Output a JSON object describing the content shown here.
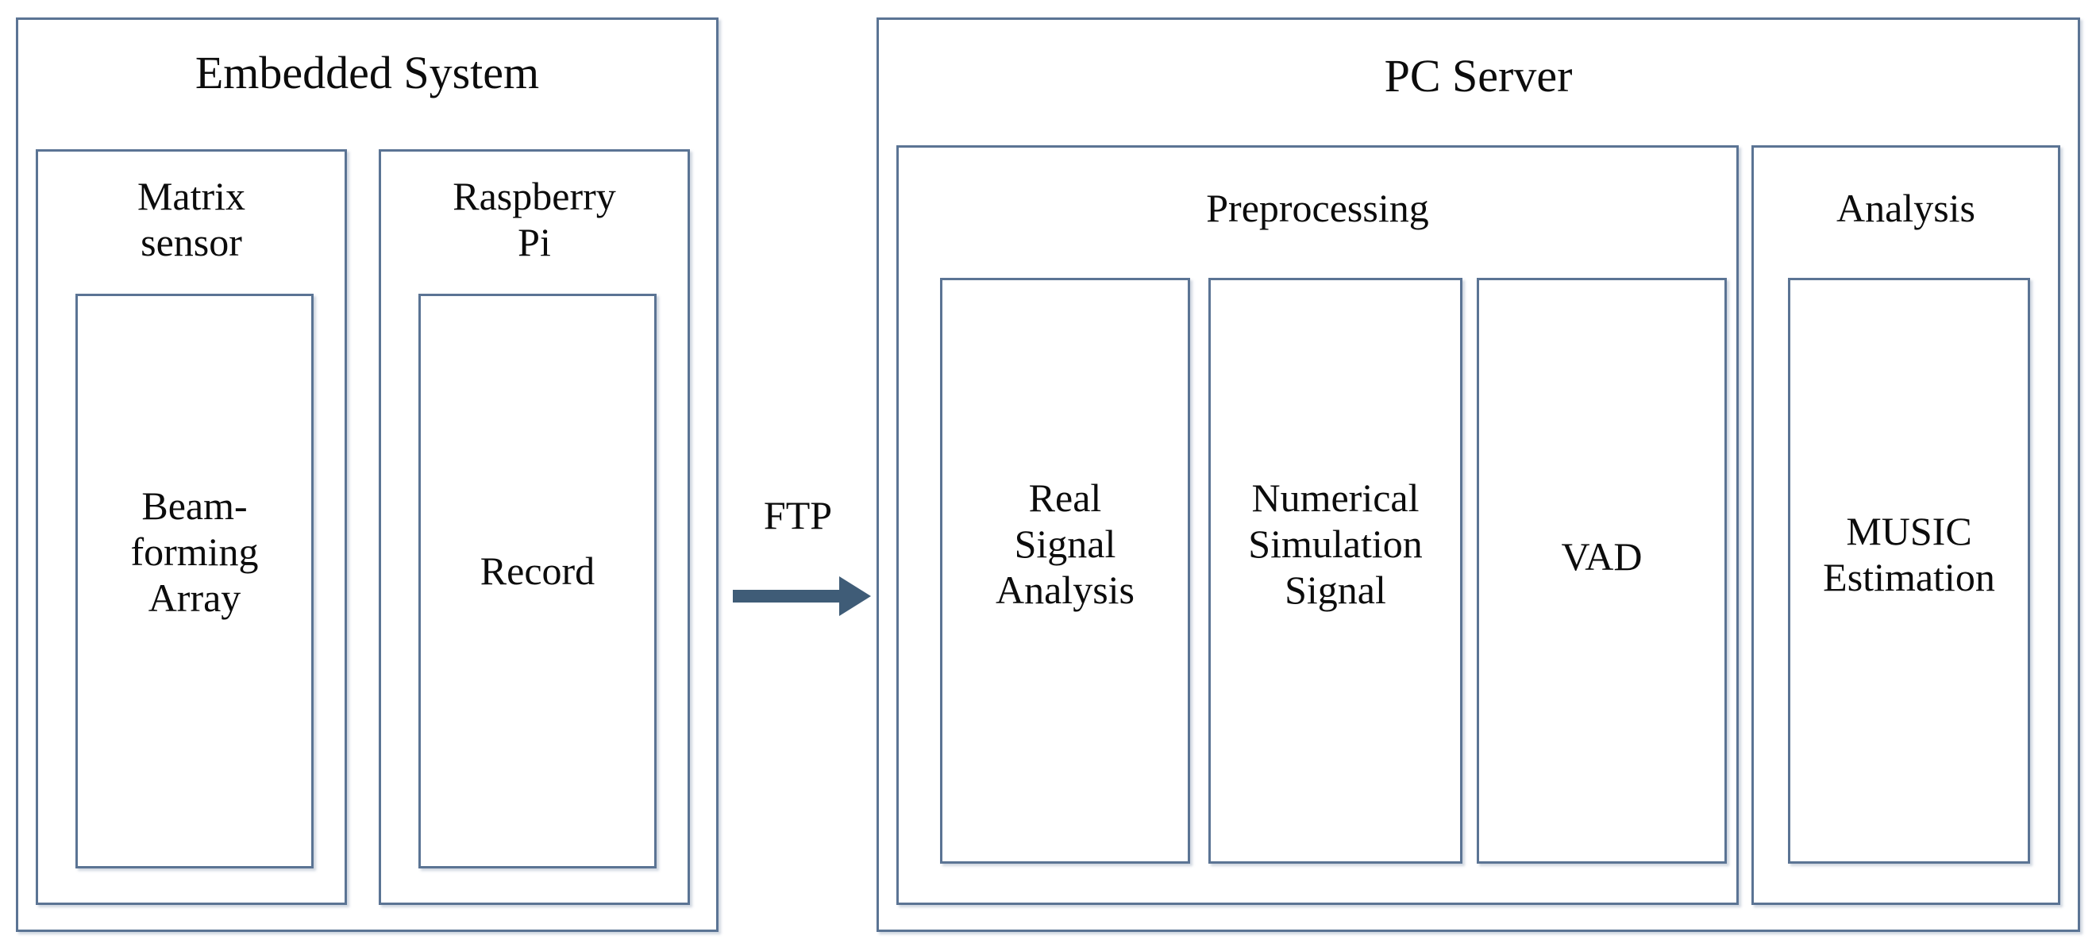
{
  "diagram": {
    "title": "Embedded system to PC server signal processing pipeline",
    "border_color": "#5b7494",
    "arrow_color": "#3f5c77",
    "background": "#ffffff"
  },
  "embedded_system": {
    "title": "Embedded System",
    "modules": [
      {
        "title": "Matrix\nsensor",
        "child": "Beam-\nforming\nArray"
      },
      {
        "title": "Raspberry\nPi",
        "child": "Record"
      }
    ]
  },
  "connector": {
    "label": "FTP",
    "icon": "arrow-right-icon",
    "direction": "right"
  },
  "pc_server": {
    "title": "PC Server",
    "groups": [
      {
        "title": "Preprocessing",
        "children": [
          "Real\nSignal\nAnalysis",
          "Numerical\nSimulation\nSignal",
          "VAD"
        ]
      },
      {
        "title": "Analysis",
        "children": [
          "MUSIC\nEstimation"
        ]
      }
    ]
  }
}
